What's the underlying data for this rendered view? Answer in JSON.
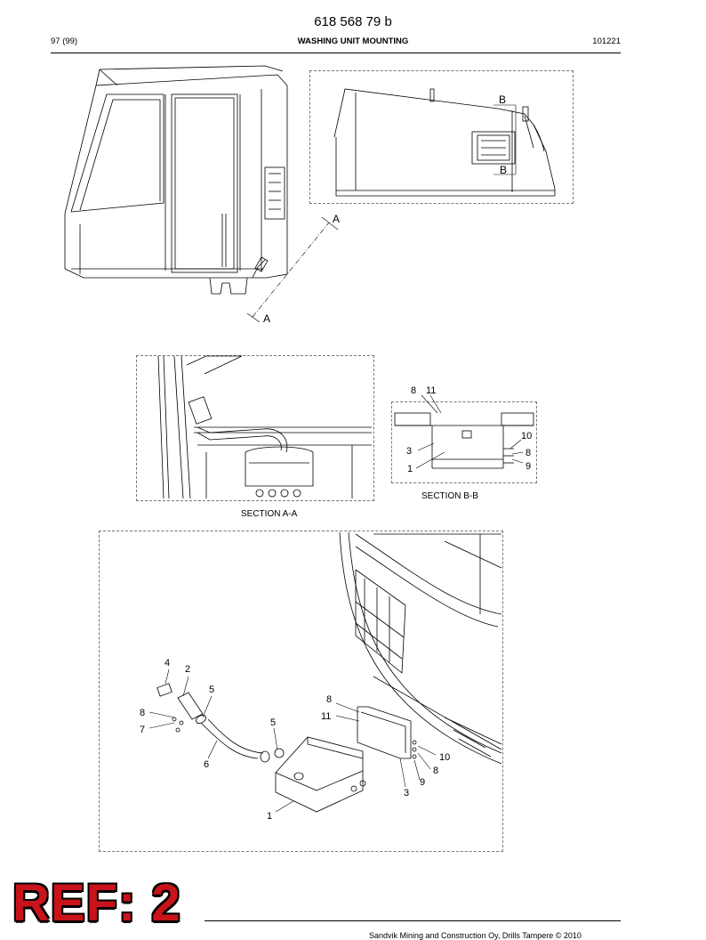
{
  "header": {
    "document_number": "618 568 79 b",
    "page": "97 (99)",
    "title": "WASHING UNIT MOUNTING",
    "date_code": "101221"
  },
  "views": {
    "cabin_cut_marker": "A",
    "detail_cut_marker": "B",
    "section_aa": {
      "caption": "SECTION A-A"
    },
    "section_bb": {
      "caption": "SECTION B-B",
      "callouts": [
        "8",
        "11",
        "10",
        "3",
        "8",
        "1",
        "9"
      ]
    },
    "exploded": {
      "callouts": [
        "4",
        "2",
        "5",
        "8",
        "7",
        "6",
        "5",
        "8",
        "11",
        "10",
        "8",
        "9",
        "3",
        "1"
      ]
    }
  },
  "stamp": {
    "text": "REF: 2"
  },
  "footer": {
    "text": "Sandvik Mining and Construction Oy, Drills Tampere © 2010"
  },
  "colors": {
    "stamp_red": "#c8131a",
    "line": "#000000",
    "frame": "#777777"
  }
}
